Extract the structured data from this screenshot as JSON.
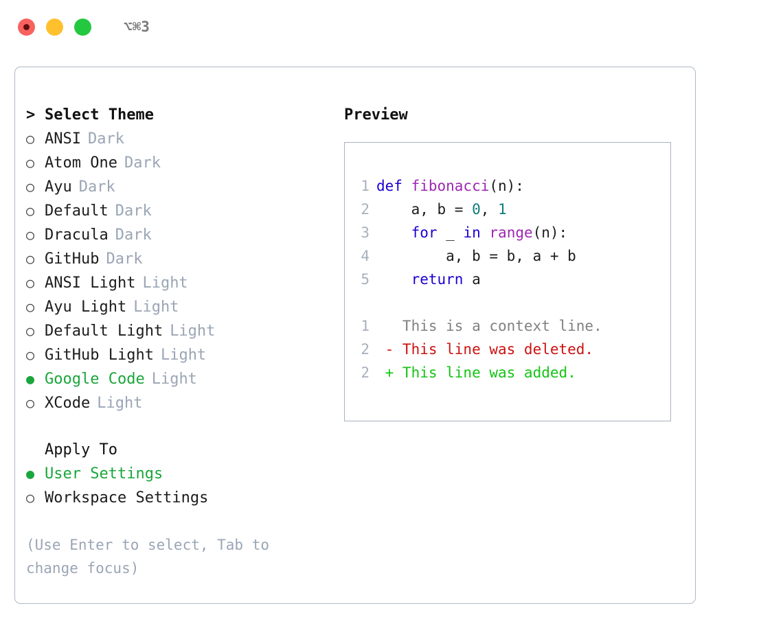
{
  "window": {
    "title": "⌥⌘3",
    "traffic_lights": [
      {
        "name": "close",
        "color": "#f9615e"
      },
      {
        "name": "minimize",
        "color": "#ffc02e"
      },
      {
        "name": "maximize",
        "color": "#24c840"
      }
    ]
  },
  "theme_picker": {
    "header": "Select Theme",
    "caret": ">",
    "marker_unselected": "○",
    "marker_selected": "●",
    "items": [
      {
        "label": "ANSI",
        "tag": "Dark",
        "selected": false
      },
      {
        "label": "Atom One",
        "tag": "Dark",
        "selected": false
      },
      {
        "label": "Ayu",
        "tag": "Dark",
        "selected": false
      },
      {
        "label": "Default",
        "tag": "Dark",
        "selected": false
      },
      {
        "label": "Dracula",
        "tag": "Dark",
        "selected": false
      },
      {
        "label": "GitHub",
        "tag": "Dark",
        "selected": false
      },
      {
        "label": "ANSI Light",
        "tag": "Light",
        "selected": false
      },
      {
        "label": "Ayu Light",
        "tag": "Light",
        "selected": false
      },
      {
        "label": "Default Light",
        "tag": "Light",
        "selected": false
      },
      {
        "label": "GitHub Light",
        "tag": "Light",
        "selected": false
      },
      {
        "label": "Google Code",
        "tag": "Light",
        "selected": true
      },
      {
        "label": "XCode",
        "tag": "Light",
        "selected": false
      }
    ]
  },
  "apply_to": {
    "header": "Apply To",
    "items": [
      {
        "label": "User Settings",
        "selected": true
      },
      {
        "label": "Workspace Settings",
        "selected": false
      }
    ]
  },
  "hint": "(Use Enter to select, Tab to change focus)",
  "preview": {
    "title": "Preview",
    "code_lines": [
      {
        "number": "1",
        "tokens": [
          {
            "text": "def ",
            "type": "kw"
          },
          {
            "text": "fibonacci",
            "type": "fn"
          },
          {
            "text": "(n):",
            "type": "txt"
          }
        ]
      },
      {
        "number": "2",
        "tokens": [
          {
            "text": "    a, b = ",
            "type": "txt"
          },
          {
            "text": "0",
            "type": "num"
          },
          {
            "text": ", ",
            "type": "txt"
          },
          {
            "text": "1",
            "type": "num"
          }
        ]
      },
      {
        "number": "3",
        "tokens": [
          {
            "text": "    ",
            "type": "txt"
          },
          {
            "text": "for",
            "type": "kw"
          },
          {
            "text": " _ ",
            "type": "txt"
          },
          {
            "text": "in",
            "type": "kw"
          },
          {
            "text": " ",
            "type": "txt"
          },
          {
            "text": "range",
            "type": "fn"
          },
          {
            "text": "(n):",
            "type": "txt"
          }
        ]
      },
      {
        "number": "4",
        "tokens": [
          {
            "text": "        a, b = b, a + b",
            "type": "txt"
          }
        ]
      },
      {
        "number": "5",
        "tokens": [
          {
            "text": "    ",
            "type": "txt"
          },
          {
            "text": "return",
            "type": "kw"
          },
          {
            "text": " a",
            "type": "txt"
          }
        ]
      }
    ],
    "diff_lines": [
      {
        "number": "1",
        "marker": "  ",
        "text": "This is a context line.",
        "type": "ctx"
      },
      {
        "number": "2",
        "marker": "- ",
        "text": "This line was deleted.",
        "type": "del"
      },
      {
        "number": "2",
        "marker": "+ ",
        "text": "This line was added.",
        "type": "add"
      }
    ]
  },
  "colors": {
    "accent_green": "#1aa63c",
    "muted": "#9aa5b5",
    "border": "#aeb8c6",
    "keyword": "#1c00cf",
    "function": "#9c27b0",
    "number": "#0e7c7b",
    "diff_deleted": "#cc1111",
    "diff_added": "#13c413"
  }
}
